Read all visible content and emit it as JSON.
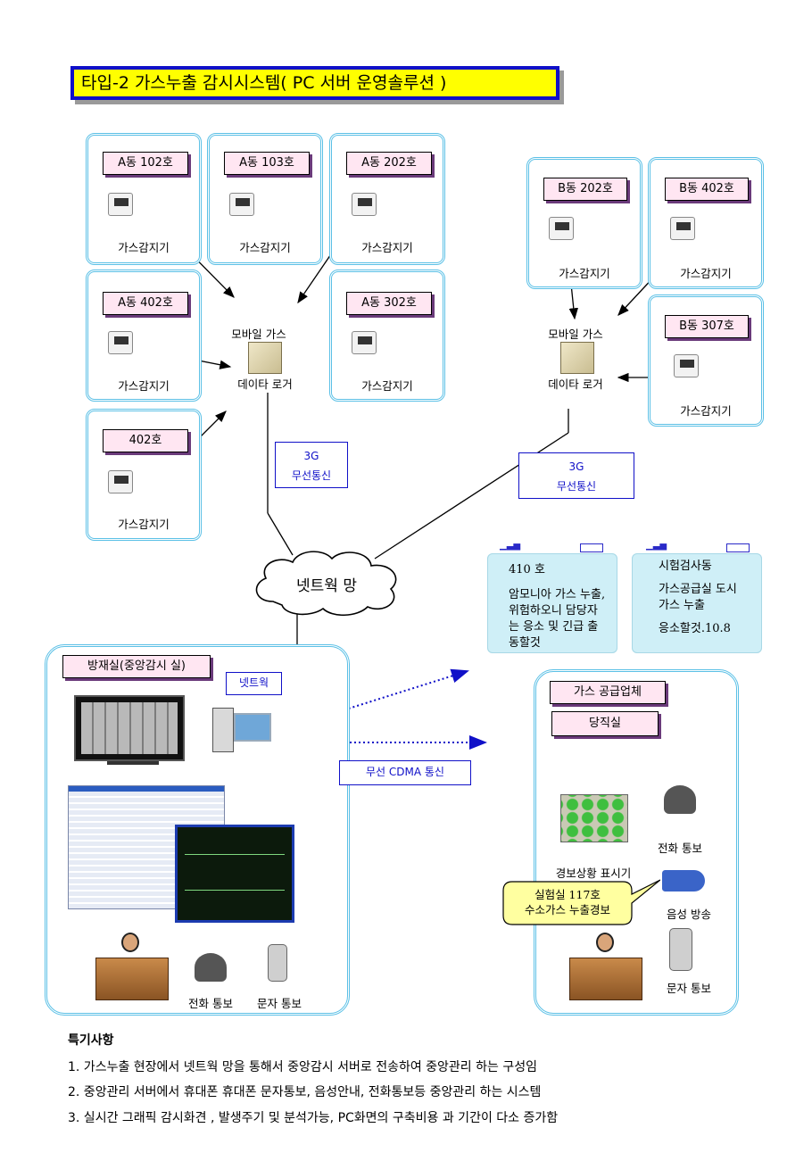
{
  "title": "타입-2  가스누출 감시시스템( PC 서버 운영솔루션 )",
  "units_left": [
    {
      "label": "A동 102호",
      "caption": "가스감지기"
    },
    {
      "label": "A동 103호",
      "caption": "가스감지기"
    },
    {
      "label": "A동 202호",
      "caption": "가스감지기"
    },
    {
      "label": "A동 402호",
      "caption": "가스감지기"
    },
    {
      "label": "A동 302호",
      "caption": "가스감지기"
    },
    {
      "label": "402호",
      "caption": "가스감지기"
    }
  ],
  "units_right": [
    {
      "label": "B동 202호",
      "caption": "가스감지기"
    },
    {
      "label": "B동 402호",
      "caption": "가스감지기"
    },
    {
      "label": "B동 307호",
      "caption": "가스감지기"
    }
  ],
  "logger_left": {
    "top": "모바일 가스",
    "bottom": "데이타 로거"
  },
  "logger_right": {
    "top": "모바일 가스",
    "bottom": "데이타 로거"
  },
  "comm_3g_left": {
    "line1": "3G",
    "line2": "무선통신"
  },
  "comm_3g_right": {
    "line1": "3G",
    "line2": "무선통신"
  },
  "network": "넷트웍 망",
  "phones": [
    {
      "lines": [
        "410 호",
        "암모니아 가스 누출,",
        "위험하오니 담당자",
        "는 응소 및 긴급 출",
        "동할것"
      ]
    },
    {
      "lines": [
        "시험검사동",
        "가스공급실 도시",
        "가스 누출",
        "응소할것.10.8"
      ]
    }
  ],
  "control_room": {
    "label": "방재실(중앙감시 실)",
    "network_label": "넷트웍",
    "phone_caption": "전화 통보",
    "sms_caption": "문자 통보"
  },
  "cdma_label": "무선 CDMA 통신",
  "supplier": {
    "label": "가스 공급업체",
    "sub_label": "당직실",
    "alarm_caption": "경보상황 표시기",
    "phone_caption": "전화 통보",
    "speaker_caption": "음성 방송",
    "sms_caption": "문자 통보",
    "bubble": [
      "실험실 117호",
      "수소가스 누출경보"
    ]
  },
  "notes": {
    "heading": "특기사항",
    "items": [
      "1. 가스누출 현장에서 넷트웍 망을 통해서 중앙감시 서버로 전송하여 중앙관리 하는 구성임",
      "2. 중앙관리 서버에서 휴대폰 휴대폰 문자통보, 음성안내, 전화통보등 중앙관리 하는 시스템",
      "3. 실시간 그래픽 감시화견 , 발생주기 및 분석가능, PC화면의 구축비용 과 기간이 다소 증가함"
    ]
  },
  "colors": {
    "accent_blue": "#1010c8",
    "frame": "#5bc0e6",
    "title_bg": "#ffff00",
    "label_bg": "#ffe6f2"
  }
}
